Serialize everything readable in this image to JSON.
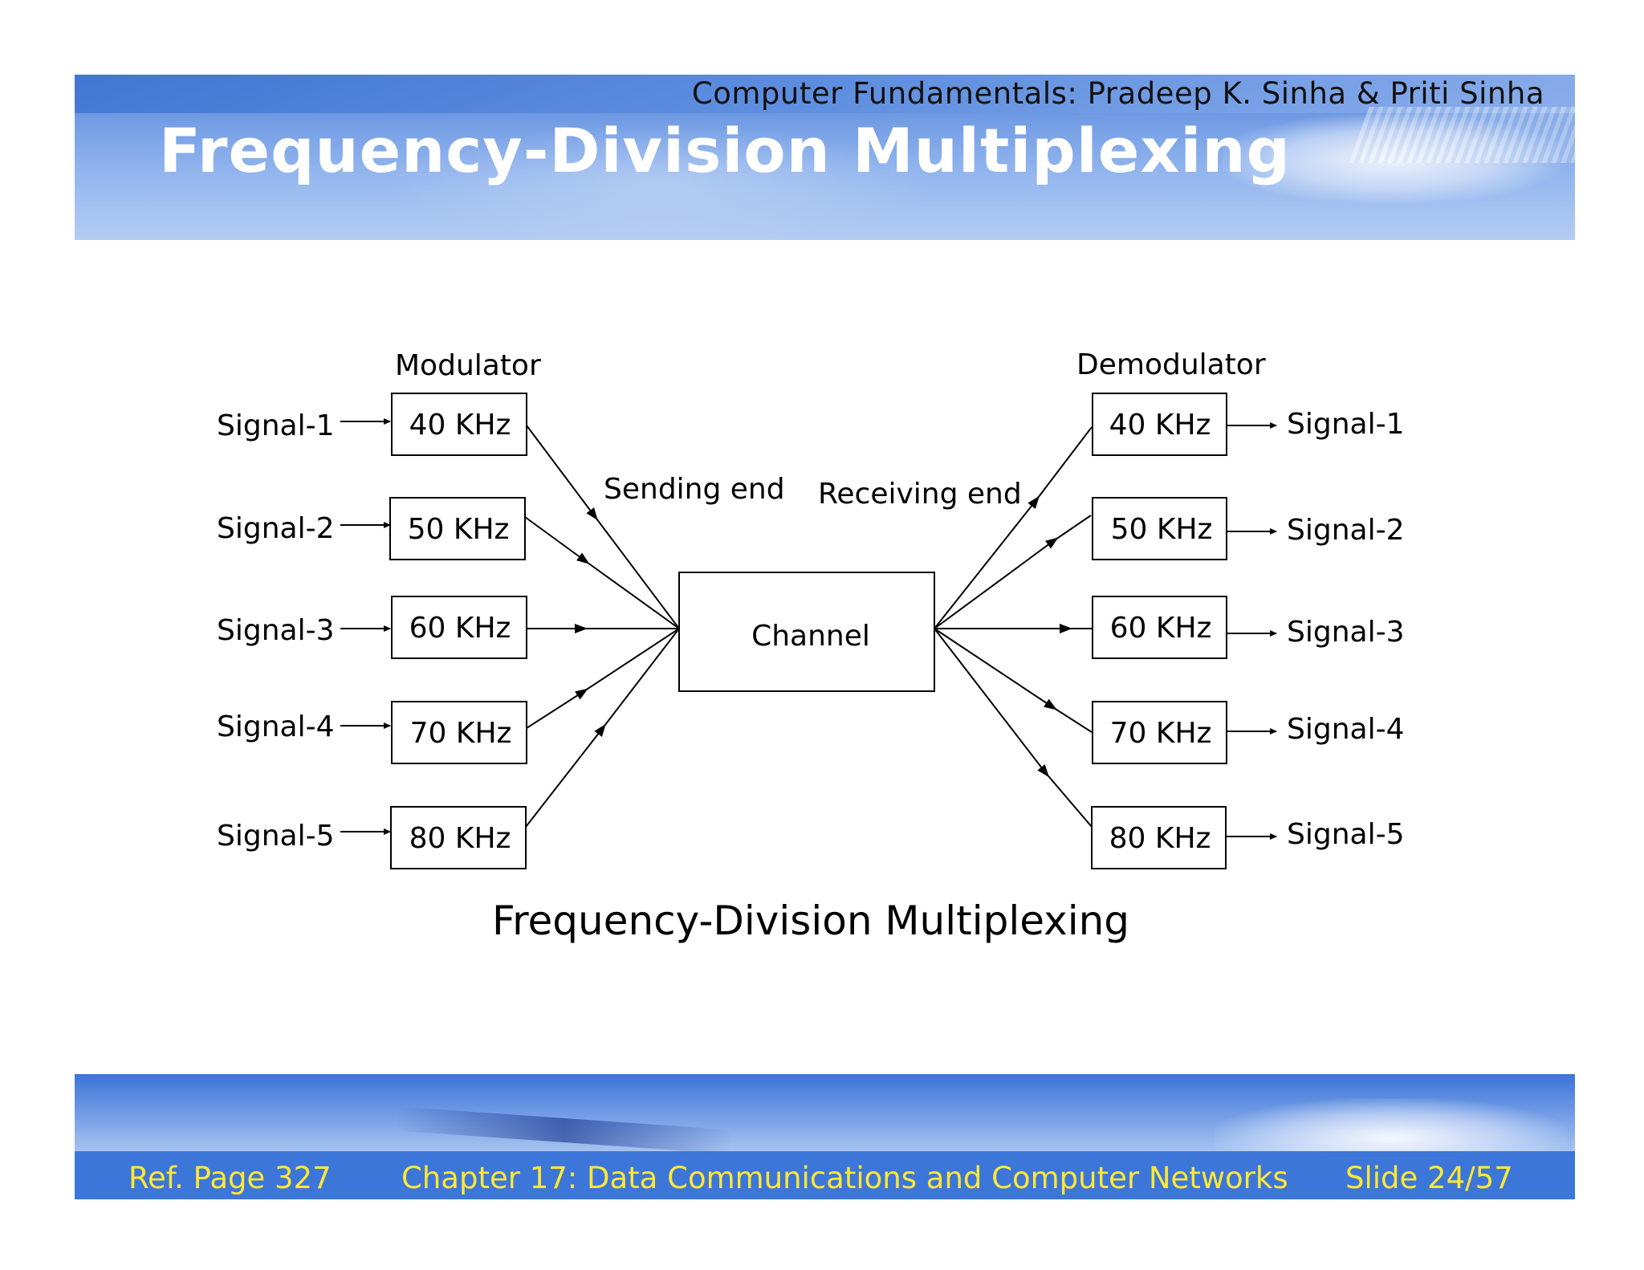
{
  "header": {
    "author": "Computer Fundamentals: Pradeep K. Sinha & Priti Sinha",
    "title": "Frequency-Division Multiplexing"
  },
  "diagram": {
    "modulator_label": "Modulator",
    "demodulator_label": "Demodulator",
    "sending_label": "Sending end",
    "receiving_label": "Receiving end",
    "channel_label": "Channel",
    "caption": "Frequency-Division Multiplexing",
    "inputs": [
      "Signal-1",
      "Signal-2",
      "Signal-3",
      "Signal-4",
      "Signal-5"
    ],
    "modulators": [
      "40 KHz",
      "50 KHz",
      "60 KHz",
      "70 KHz",
      "80 KHz"
    ],
    "demodulators": [
      "40 KHz",
      "50 KHz",
      "60 KHz",
      "70 KHz",
      "80 KHz"
    ],
    "outputs": [
      "Signal-1",
      "Signal-2",
      "Signal-3",
      "Signal-4",
      "Signal-5"
    ]
  },
  "footer": {
    "ref": "Ref. Page 327",
    "chapter": "Chapter 17: Data Communications and Computer Networks",
    "slide": "Slide 24/57"
  },
  "colors": {
    "header_blue": "#4d7fd6",
    "footer_text": "#ffe834",
    "title_text": "#ffffff"
  }
}
